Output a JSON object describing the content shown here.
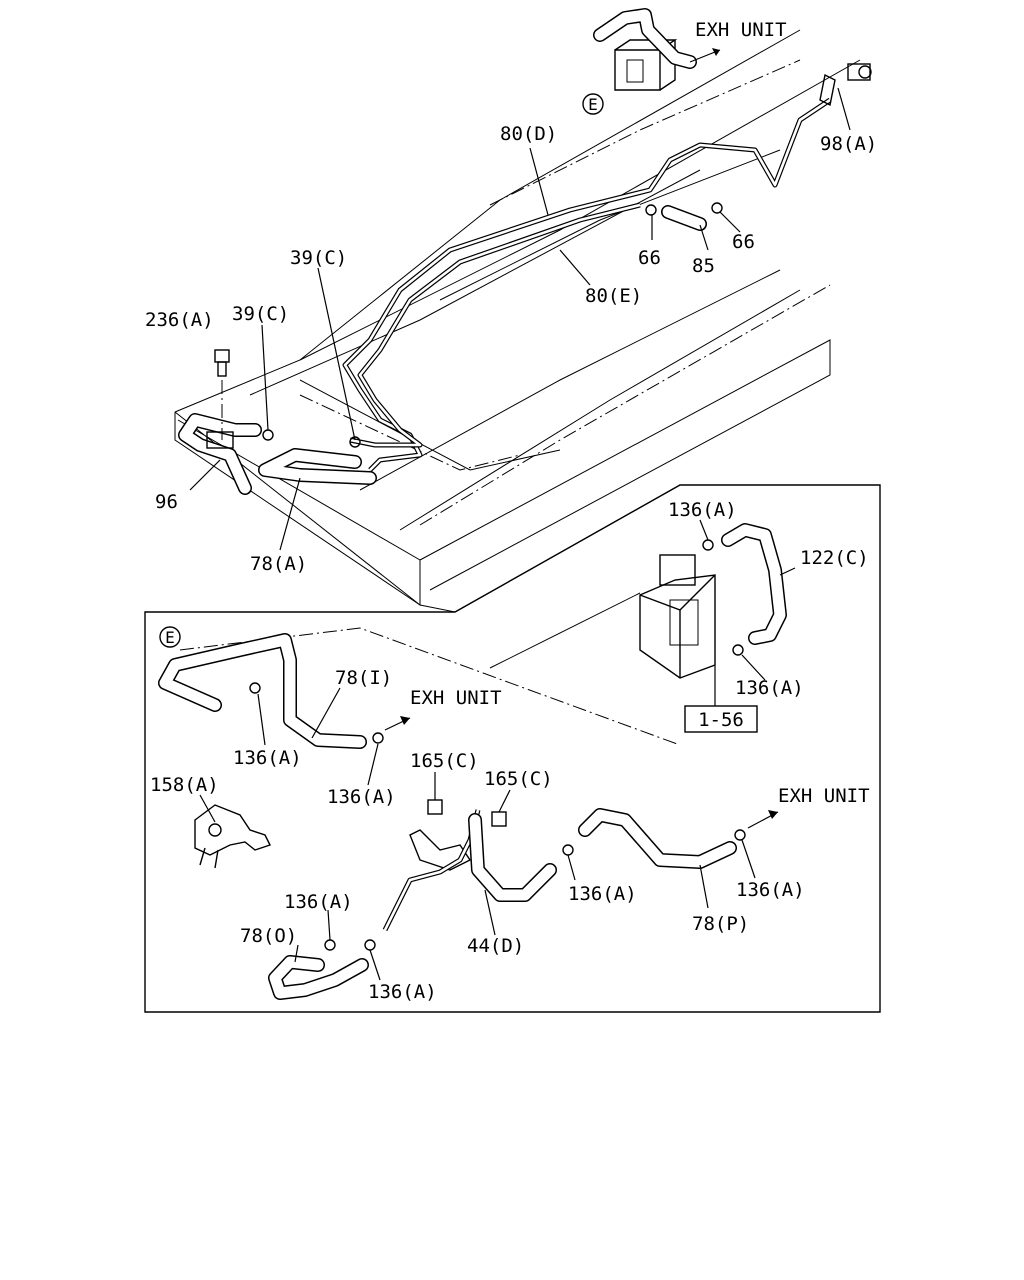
{
  "diagram": {
    "exh_unit_label": "EXH UNIT",
    "detail_marker": "E",
    "ref_box": "1-56",
    "labels": {
      "l80d": "80(D)",
      "l98a": "98(A)",
      "l66a": "66",
      "l66b": "66",
      "l85": "85",
      "l80e": "80(E)",
      "l39c_a": "39(C)",
      "l39c_b": "39(C)",
      "l236a": "236(A)",
      "l96": "96",
      "l78a": "78(A)",
      "l136a_1": "136(A)",
      "l122c": "122(C)",
      "l136a_2": "136(A)",
      "l78i": "78(I)",
      "l136a_3": "136(A)",
      "l136a_4": "136(A)",
      "l158a": "158(A)",
      "l165c_1": "165(C)",
      "l165c_2": "165(C)",
      "l136a_5": "136(A)",
      "l78o": "78(O)",
      "l136a_6": "136(A)",
      "l44d": "44(D)",
      "l136a_7": "136(A)",
      "l78p": "78(P)",
      "l136a_8": "136(A)"
    }
  }
}
